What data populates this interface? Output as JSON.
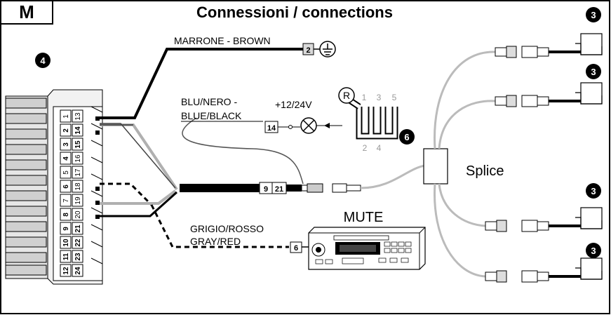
{
  "header": {
    "badge": "M",
    "title": "Connessioni / connections"
  },
  "callouts": {
    "connector_block": "4",
    "gear_shifter": "6",
    "sensor_1": "3",
    "sensor_2": "3",
    "sensor_3": "3",
    "sensor_4": "3"
  },
  "wires": {
    "ground_label": "MARRONE - BROWN",
    "ground_pin": "2",
    "reverse_label_line1": "BLU/NERO -",
    "reverse_label_line2": "BLUE/BLACK",
    "reverse_voltage": "+12/24V",
    "reverse_pin": "14",
    "mute_label_line1": "GRIGIO/ROSSO",
    "mute_label_line2": "GRAY/RED",
    "mute_pin": "6",
    "harness_pin_a": "9",
    "harness_pin_b": "21"
  },
  "gear_shifter": {
    "reverse": "R",
    "gear_1": "1",
    "gear_2": "2",
    "gear_3": "3",
    "gear_4": "4",
    "gear_5": "5"
  },
  "connector_pins": {
    "left": [
      "1",
      "2",
      "3",
      "4",
      "5",
      "6",
      "7",
      "8",
      "9",
      "10",
      "11",
      "12"
    ],
    "right": [
      "13",
      "14",
      "15",
      "16",
      "17",
      "18",
      "19",
      "20",
      "21",
      "22",
      "23",
      "24"
    ]
  },
  "labels": {
    "mute": "MUTE",
    "splice": "Splice"
  },
  "colors": {
    "ground_wire": "#000000",
    "reverse_wire": "#444444",
    "harness": "#000000",
    "gray_wire": "#b0b0b0",
    "connector_fill": "#d9d9d9",
    "callout_fill": "#000000"
  }
}
